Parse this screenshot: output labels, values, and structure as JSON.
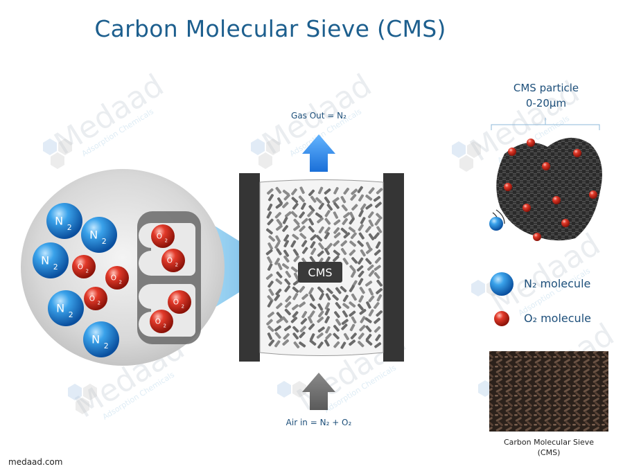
{
  "title": "Carbon Molecular Sieve (CMS)",
  "gas_out": "Gas Out = N₂",
  "air_in": "Air in = N₂ + O₂",
  "cms_label": "CMS",
  "particle_label": "CMS particle",
  "particle_size": "0-20μm",
  "legend": {
    "n2": "N₂ molecule",
    "o2": "O₂ molecule"
  },
  "n2_symbol": "N",
  "o2_symbol": "O",
  "subscript": "2",
  "photo_caption_1": "Carbon Molecular Sieve",
  "photo_caption_2": "(CMS)",
  "footer": "medaad.com",
  "watermark": {
    "brand": "Medaad",
    "tagline": "Adsorption Chemicals"
  },
  "colors": {
    "title": "#1d5f8e",
    "n2": "#1b8ad6",
    "o2": "#d2281c",
    "arrow_out": "#2d8cf0",
    "arrow_in": "#666666",
    "cms_dark": "#2f2f2f"
  }
}
